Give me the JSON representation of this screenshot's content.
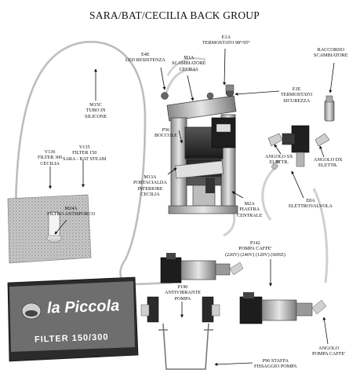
{
  "title": "SARA/BAT/CECILIA BACK GROUP",
  "colors": {
    "background": "#ffffff",
    "label_text": "#111111",
    "filter_box": "#2b2b2b"
  },
  "labels": {
    "e1a": [
      "E1A",
      "TERMOSTATO 98°/95°"
    ],
    "raccordo": [
      "RACCORDO",
      "SCAMBIATORE"
    ],
    "e4e": [
      "E4E",
      "LED RESISTENZA"
    ],
    "m1a": [
      "M1A",
      "SCAMBIATORE",
      "CECILIA"
    ],
    "m15c": [
      "M15C",
      "TUBO IN",
      "SILICONE"
    ],
    "e1e": [
      "E1E",
      "TERMOSTATO",
      "SICUREZZA"
    ],
    "p56": [
      "P56",
      "BOCCOLE"
    ],
    "angolo_sx": [
      "ANGOLO SX",
      "ELETTR."
    ],
    "angolo_dx": [
      "ANGOLO DX",
      "ELETTR."
    ],
    "v136": [
      "V136",
      "FILTER 300",
      "CECILIA"
    ],
    "v135": [
      "V135",
      "FILTER 150",
      "SARA - BAT STEAM"
    ],
    "m13a": [
      "M13A",
      "PORTACIALDA",
      "INFERIORE",
      "CECILIA"
    ],
    "m2a": [
      "M2A",
      "PIASTRA",
      "CENTRALE"
    ],
    "e8a": [
      "E8A",
      "ELETTROVALVOLA"
    ],
    "m24a": [
      "M24A",
      "FILTRO ANTISPORCO"
    ],
    "p142": [
      "P142",
      "POMPA CAFFE'",
      "(220V) (240V) (120V) (60HZ)"
    ],
    "p190": [
      "P190",
      "ANTIVIBRANTE",
      "POMPA"
    ],
    "angolo_pompa": [
      "ANGOLO",
      "POMPA CAFFE'"
    ],
    "p96": [
      "P96 STAFFA",
      "FISSAGGIO POMPA"
    ]
  },
  "box": {
    "brand": "la Piccola",
    "product": "FILTER 150/300"
  }
}
